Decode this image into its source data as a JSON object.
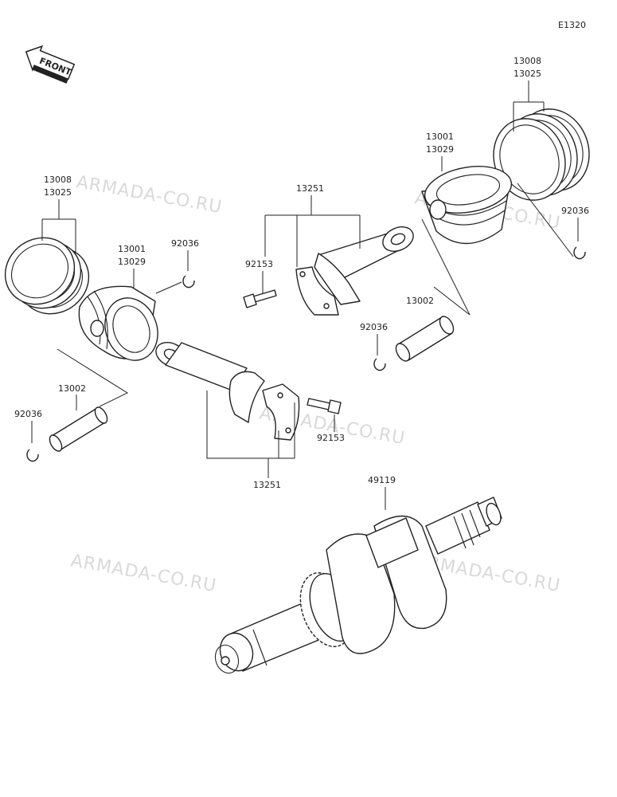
{
  "diagram_code": "E1320",
  "front_label": "FRONT",
  "watermark": "ARMADA-CO.RU",
  "callouts": {
    "rings_right_a": "13008",
    "rings_right_b": "13025",
    "piston_right_a": "13001",
    "piston_right_b": "13029",
    "rod_top": "13251",
    "circlip_right_top": "92036",
    "bolt_top": "92153",
    "pin_right": "13002",
    "circlip_right_bottom": "92036",
    "rings_left_a": "13008",
    "rings_left_b": "13025",
    "piston_left_a": "13001",
    "piston_left_b": "13029",
    "circlip_left_top": "92036",
    "pin_left": "13002",
    "circlip_left_bottom": "92036",
    "bolt_bottom": "92153",
    "rod_bottom": "13251",
    "crankshaft": "49119"
  }
}
